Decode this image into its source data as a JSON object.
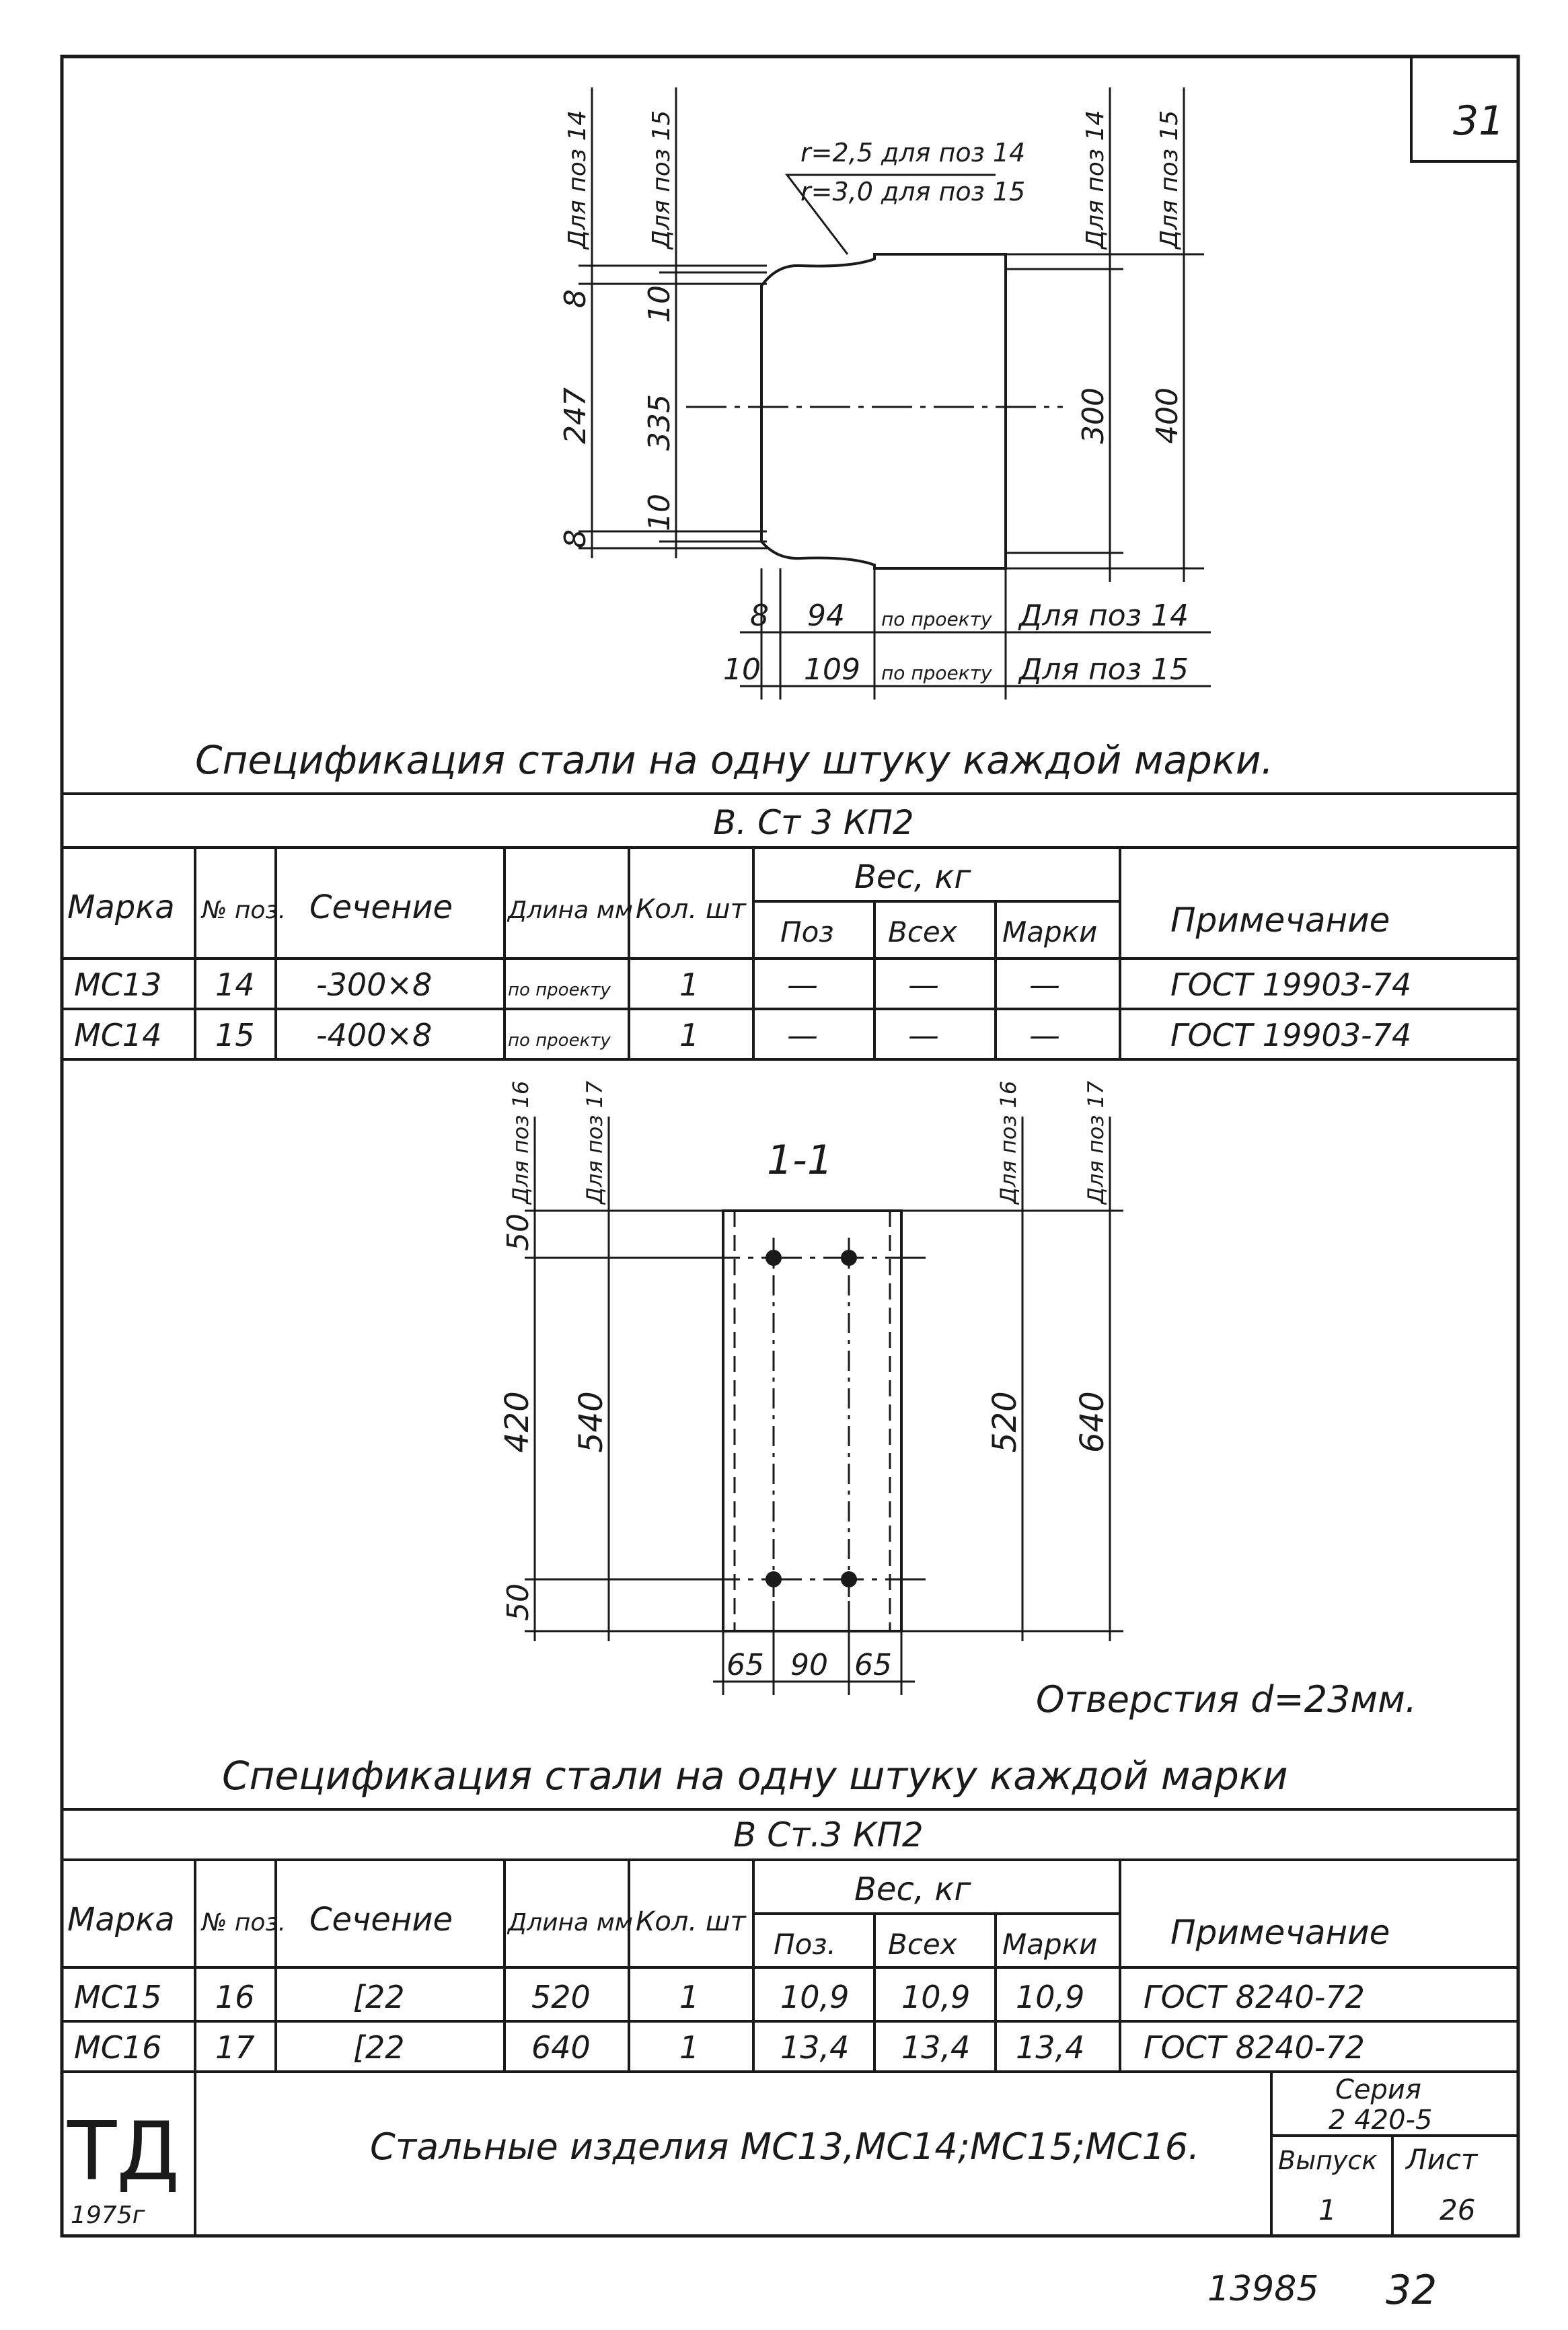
{
  "sheet_number": "31",
  "drawing1": {
    "radius_note_1": "r=2,5 для поз 14",
    "radius_note_2": "r=3,0 для поз 15",
    "left_label_pos14": "Для поз 14",
    "left_label_pos15": "Для поз 15",
    "right_label_pos14": "Для поз 14",
    "right_label_pos15": "Для поз 15",
    "dim_8_top": "8",
    "dim_247": "247",
    "dim_8_bottom": "8",
    "dim_10_top": "10",
    "dim_335": "335",
    "dim_10_bottom": "10",
    "dim_300": "300",
    "dim_400": "400",
    "row1": {
      "a": "8",
      "b": "94",
      "c": "по проекту",
      "label": "Для поз 14"
    },
    "row2": {
      "a": "10",
      "b": "109",
      "c": "по проекту",
      "label": "Для поз 15"
    }
  },
  "spec1": {
    "title": "Спецификация стали на одну штуку каждой марки.",
    "material": "В. Ст 3 КП2",
    "headers": {
      "marka": "Марка",
      "pos": "№ поз.",
      "section": "Сечение",
      "length": "Длина мм",
      "qty": "Кол. шт",
      "weight": "Вес, кг",
      "w_pos": "Поз",
      "w_all": "Всех",
      "w_mark": "Марки",
      "note": "Примечание"
    },
    "rows": [
      {
        "marka": "МС13",
        "pos": "14",
        "section": "-300×8",
        "length": "по проекту",
        "qty": "1",
        "w_pos": "—",
        "w_all": "—",
        "w_mark": "—",
        "note": "ГОСТ 19903-74"
      },
      {
        "marka": "МС14",
        "pos": "15",
        "section": "-400×8",
        "length": "по проекту",
        "qty": "1",
        "w_pos": "—",
        "w_all": "—",
        "w_mark": "—",
        "note": "ГОСТ 19903-74"
      }
    ]
  },
  "drawing2": {
    "section_label": "1-1",
    "left_label_pos16": "Для поз 16",
    "left_label_pos17": "Для поз 17",
    "right_label_pos16": "Для поз 16",
    "right_label_pos17": "Для поз 17",
    "dim_50_top": "50",
    "dim_420": "420",
    "dim_50_bottom": "50",
    "dim_540": "540",
    "dim_520": "520",
    "dim_640": "640",
    "dim_65_left": "65",
    "dim_90": "90",
    "dim_65_right": "65",
    "holes_note": "Отверстия d=23мм."
  },
  "spec2": {
    "title": "Спецификация стали на одну штуку каждой марки",
    "material": "В Ст.3 КП2",
    "headers": {
      "marka": "Марка",
      "pos": "№ поз.",
      "section": "Сечение",
      "length": "Длина мм",
      "qty": "Кол. шт",
      "weight": "Вес, кг",
      "w_pos": "Поз.",
      "w_all": "Всех",
      "w_mark": "Марки",
      "note": "Примечание"
    },
    "rows": [
      {
        "marka": "МС15",
        "pos": "16",
        "section": "[22",
        "length": "520",
        "qty": "1",
        "w_pos": "10,9",
        "w_all": "10,9",
        "w_mark": "10,9",
        "note": "ГОСТ 8240-72"
      },
      {
        "marka": "МС16",
        "pos": "17",
        "section": "[22",
        "length": "640",
        "qty": "1",
        "w_pos": "13,4",
        "w_all": "13,4",
        "w_mark": "13,4",
        "note": "ГОСТ 8240-72"
      }
    ]
  },
  "title_block": {
    "logo": "ТД",
    "year": "1975г",
    "title": "Стальные изделия МС13,МС14;МС15;МС16.",
    "series_label": "Серия",
    "series_value": "2 420-5",
    "issue_label": "Выпуск",
    "issue_value": "1",
    "sheet_label": "Лист",
    "sheet_value": "26"
  },
  "footer": {
    "code": "13985",
    "page": "32"
  }
}
